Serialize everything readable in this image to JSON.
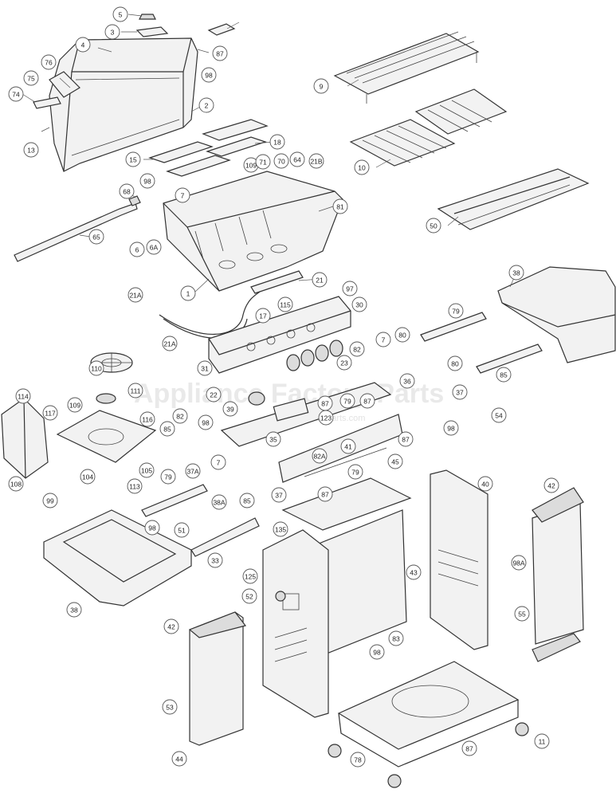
{
  "watermark": {
    "brand": "Appliance Factory Parts",
    "sub": "appliancefactoryparts.com"
  },
  "callouts": [
    "5",
    "3",
    "87",
    "98",
    "4",
    "76",
    "75",
    "74",
    "13",
    "2",
    "15",
    "18",
    "98",
    "109",
    "71",
    "70",
    "64",
    "21B",
    "7",
    "81",
    "68",
    "65",
    "6",
    "6A",
    "1",
    "21",
    "21A",
    "21A",
    "97",
    "115",
    "30",
    "17",
    "110",
    "31",
    "23",
    "22",
    "39",
    "111",
    "114",
    "117",
    "109",
    "116",
    "108",
    "105",
    "104",
    "113",
    "99",
    "82",
    "85",
    "98",
    "7",
    "37A",
    "79",
    "35",
    "123",
    "87",
    "41",
    "87",
    "82A",
    "45",
    "79",
    "38A",
    "85",
    "37",
    "98",
    "51",
    "38",
    "33",
    "87",
    "135",
    "125",
    "52",
    "42",
    "53",
    "44",
    "98",
    "83",
    "43",
    "40",
    "87",
    "78",
    "11",
    "9",
    "10",
    "50",
    "38",
    "79",
    "80",
    "82",
    "7",
    "36",
    "87",
    "79",
    "80",
    "37",
    "85",
    "98",
    "54",
    "42",
    "98A",
    "55"
  ]
}
